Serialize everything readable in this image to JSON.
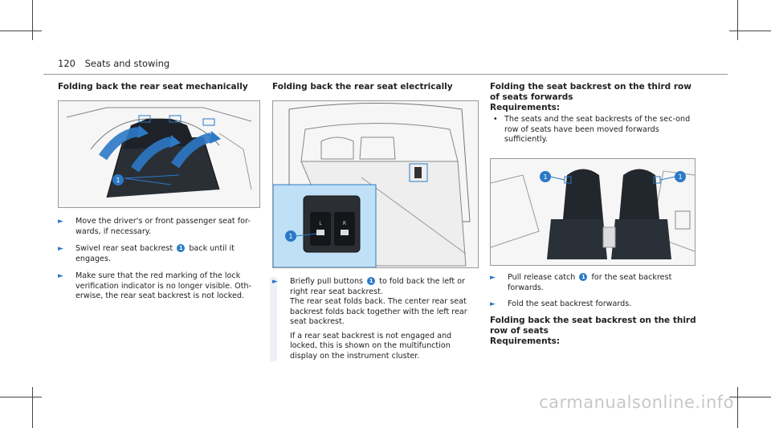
{
  "header": {
    "page_number": "120",
    "section": "Seats and stowing"
  },
  "col1": {
    "title": "Folding back the rear seat mechanically",
    "steps": [
      "Move the driver's or front passenger seat for-wards, if necessary.",
      "Swivel rear seat backrest",
      "back until it engages.",
      "Make sure that the red marking of the lock verification indicator is no longer visible. Oth-erwise, the rear seat backrest is not locked."
    ],
    "callout": "1"
  },
  "col2": {
    "title": "Folding back the rear seat electrically",
    "step_a": "Briefly pull buttons",
    "step_b": "to fold back the left or right rear seat backrest.",
    "step_c": "The rear seat folds back. The center rear seat backrest folds back together with the left rear seat backrest.",
    "step_d": "If a rear seat backrest is not engaged and locked, this is shown on the multifunction display on the instrument cluster.",
    "button_l": "L",
    "button_r": "R",
    "callout": "1"
  },
  "col3": {
    "title": "Folding the seat backrest on the third row of seats forwards",
    "req_label": "Requirements:",
    "req_item": "The seats and the seat backrests of the sec-ond row of seats have been moved forwards sufficiently.",
    "step_a": "Pull release catch",
    "step_b": "for the seat backrest forwards.",
    "step_c": "Fold the seat backrest forwards.",
    "title2": "Folding back the seat backrest on the third row of seats",
    "req_label2": "Requirements:",
    "callout": "1"
  },
  "watermark": "carmanualsonline.info",
  "colors": {
    "accent": "#2c79c7"
  }
}
